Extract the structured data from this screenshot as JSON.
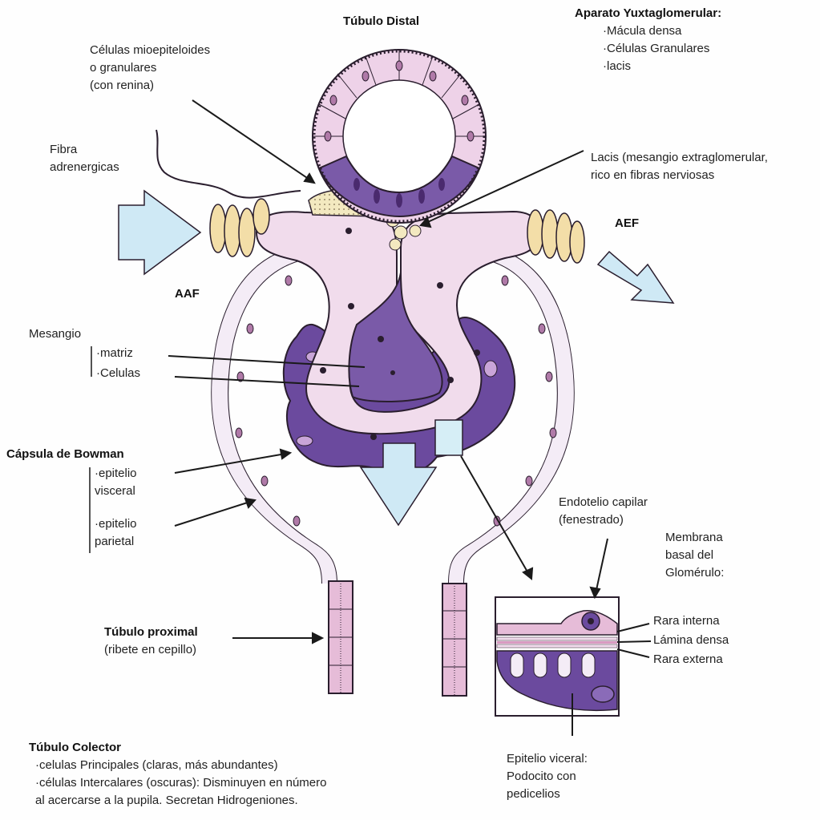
{
  "labels": {
    "tubulo_distal": "Túbulo Distal",
    "aparato_title": "Aparato Yuxtaglomerular:",
    "aparato_1": "·Mácula densa",
    "aparato_2": "·Células Granulares",
    "aparato_3": "·lacis",
    "mioepiteloides_1": "Células mioepiteloides",
    "mioepiteloides_2": "o granulares",
    "mioepiteloides_3": "(con renina)",
    "fibra_1": "Fibra",
    "fibra_2": "adrenergicas",
    "lacis_1": "Lacis (mesangio extraglomerular,",
    "lacis_2": "rico en fibras nerviosas",
    "aaf": "AAF",
    "aef": "AEF",
    "mesangio": "Mesangio",
    "matriz": "·matriz",
    "celulas": "·Celulas",
    "capsula": "Cápsula de Bowman",
    "epitelio_1": "·epitelio",
    "visceral": "visceral",
    "epitelio_2": "·epitelio",
    "parietal": "parietal",
    "endotelio_1": "Endotelio capilar",
    "endotelio_2": "(fenestrado)",
    "membrana_1": "Membrana",
    "membrana_2": "basal del",
    "membrana_3": "Glomérulo:",
    "rara_interna": "Rara interna",
    "lamina_densa": "Lámina densa",
    "rara_externa": "Rara externa",
    "proximal_1": "Túbulo proximal",
    "proximal_2": "(ribete en cepillo)",
    "colector_title": "Túbulo Colector",
    "colector_1": "·celulas Principales (claras, más abundantes)",
    "colector_2": "·células Intercalares (oscuras): Disminuyen en número",
    "colector_3": "al acercarse a la pupila. Secretan Hidrogeniones.",
    "viceral_1": "Epitelio viceral:",
    "viceral_2": "Podocito con",
    "viceral_3": "pedicelios"
  },
  "colors": {
    "purple_dark": "#6b4a9e",
    "purple_mid": "#8a6bb8",
    "pink_light": "#f1dcec",
    "pink_cells": "#d99ac2",
    "arrow_blue": "#cfe9f5",
    "tan_cells": "#f3dea8",
    "outline": "#2a1e2e"
  }
}
